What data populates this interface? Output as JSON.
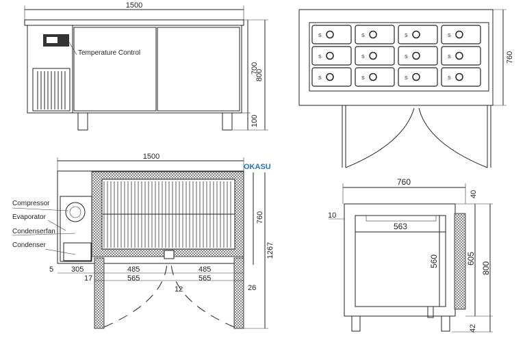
{
  "front_view": {
    "width_dim": "1500",
    "height_body_dim": "700",
    "height_total_dim": "800",
    "leg_dim": "100",
    "callout": "Temperature Control"
  },
  "top_view": {
    "depth_dim": "760",
    "pan_rows": 3,
    "pan_cols": 4,
    "pan_mark": "S"
  },
  "plan_view": {
    "width_dim": "1500",
    "depth_dim": "760",
    "total_depth_dim": "1267",
    "labels": [
      "Compressor",
      "Evaporator",
      "Condenserfan",
      "Condenser"
    ],
    "dims": {
      "a": "5",
      "b": "305",
      "c": "485",
      "d": "485",
      "e": "17",
      "f": "565",
      "g": "565",
      "h": "12",
      "i": "26"
    }
  },
  "side_view": {
    "depth_dim": "760",
    "top_dim": "40",
    "wall_dim": "10",
    "inner_width_dim": "563",
    "inner_height_dim": "560",
    "door_height_dim": "605",
    "total_height_dim": "800",
    "leg_dim": "42"
  },
  "logo": {
    "text": "OKASU",
    "color": "#1e73c8"
  }
}
